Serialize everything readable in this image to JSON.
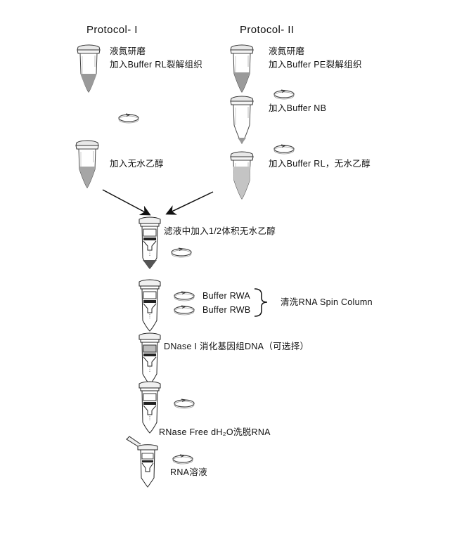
{
  "protocol1": {
    "title": "Protocol- I",
    "step1_line1": "液氮研磨",
    "step1_line2": "加入Buffer  RL裂解组织",
    "step2": "加入无水乙醇"
  },
  "protocol2": {
    "title": "Protocol- II",
    "step1_line1": "液氮研磨",
    "step1_line2": "加入Buffer  PE裂解组织",
    "step2": "加入Buffer  NB",
    "step3": "加入Buffer  RL，无水乙醇"
  },
  "common": {
    "filtrate": "滤液中加入1/2体积无水乙醇",
    "rwa": "Buffer  RWA",
    "rwb": "Buffer  RWB",
    "wash": "清洗RNA  Spin  Column",
    "dnase": "DNase I 消化基因组DNA（可选择）",
    "elute": "RNase  Free  dH₂O洗脱RNA",
    "rna": "RNA溶液"
  },
  "icons": [
    "microcentrifuge-tube-icon",
    "spin-column-icon",
    "centrifuge-icon",
    "arrow-icon",
    "brace-icon"
  ]
}
